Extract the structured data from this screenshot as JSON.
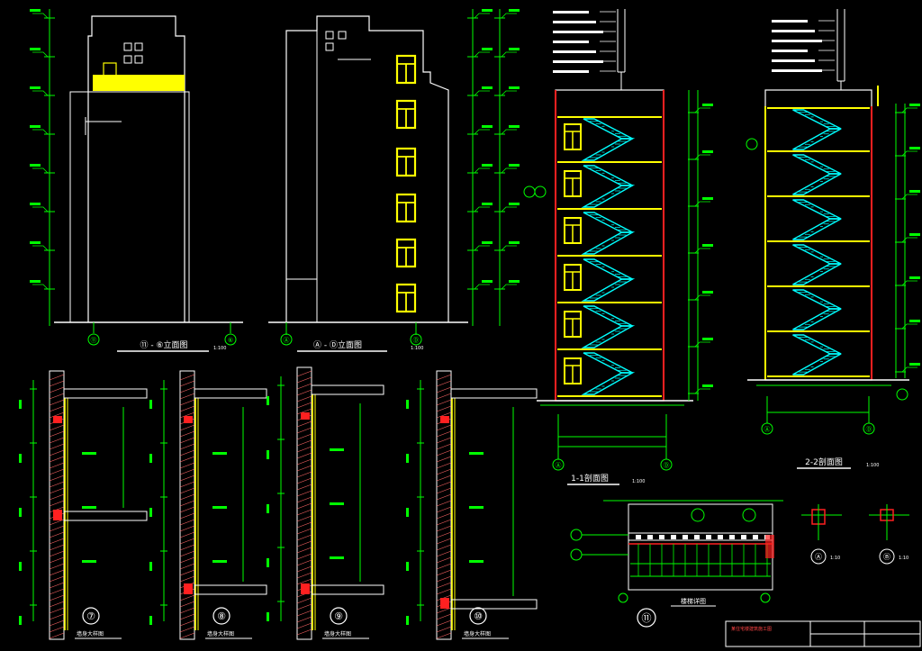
{
  "drawing": {
    "background": "#000000",
    "colors": {
      "wall": "#ffffff",
      "dimension": "#00ff00",
      "stair": "#00ffff",
      "slab": "#ffff00",
      "section_cut": "#ff2020",
      "window": "#ffff00",
      "hatch": "#ff6666"
    },
    "elevation_left": {
      "title": "⑪ - ⑥立面图",
      "scale": "1:100",
      "grid_a": "⑪",
      "grid_b": "⑥"
    },
    "elevation_middle": {
      "title": "Ⓐ - Ⓓ立面图",
      "scale": "1:100",
      "grid_a": "Ⓐ",
      "grid_b": "Ⓓ"
    },
    "section_1": {
      "title": "1-1剖面图",
      "scale": "1:100",
      "grid_a": "Ⓐ",
      "grid_b": "Ⓓ"
    },
    "section_2": {
      "title": "2-2剖面图",
      "scale": "1:100",
      "grid_a": "Ⓐ",
      "grid_b": "Ⓓ"
    },
    "details": [
      {
        "number": "⑦",
        "title": "墙身大样图"
      },
      {
        "number": "⑧",
        "title": "墙身大样图"
      },
      {
        "number": "⑨",
        "title": "墙身大样图"
      },
      {
        "number": "⑩",
        "title": "墙身大样图"
      }
    ],
    "detail_11": {
      "number": "⑪",
      "title": "楼梯详图"
    },
    "detail_a": {
      "label": "Ⓐ",
      "scale": "1:10"
    },
    "detail_b": {
      "label": "Ⓑ",
      "scale": "1:10"
    },
    "title_block": {
      "project": "某住宅楼建筑施工图"
    }
  }
}
